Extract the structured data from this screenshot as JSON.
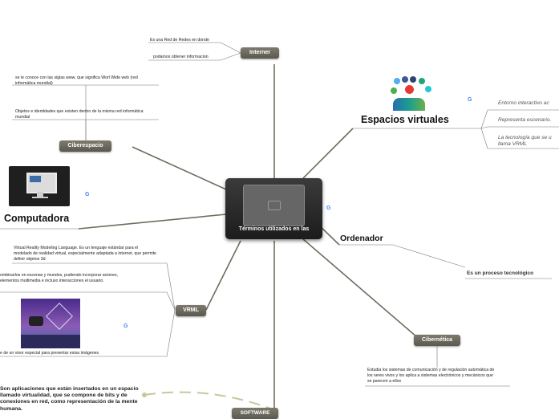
{
  "central": {
    "title": "Términos utilizados en las"
  },
  "internet": {
    "label": "Interner",
    "notes": [
      "Es una Red de Redes en donde",
      "podamos obtener informacion"
    ]
  },
  "ciberespacio": {
    "label": "Ciberespacio",
    "notes": [
      "se le conoce con las siglas www, que significa Worl Wide web (red informática mundial)",
      "Objetos e identidades que existen dentro de la misma red informática mundial"
    ]
  },
  "computadora": {
    "label": "Computadora"
  },
  "espacios": {
    "label": "Espacios virtuales",
    "notes": [
      "Entorno interactivo ac",
      "Representa escenario.",
      "La tecnología que se u llama VRML"
    ]
  },
  "ordenador": {
    "label": "Ordenador",
    "note": "Es un proceso tecnológico"
  },
  "vrml": {
    "label": "VRML",
    "notes": [
      "Virtual Reality Modeling Language. Es un lenguaje estándar para el modelado de realidad virtual, especialmente adaptada a internet, que permite definir objetos 3d",
      "ombinarlos en escenas y mundos, pudiendo incorporar aciones, elementos multimedia e incluso interacciones el usuario.",
      "e de un visor especial para presentar estas imágenes"
    ]
  },
  "cibernetica": {
    "label": "Cibernética",
    "note": "Estudia los sistemas de comunicación y de regulación automática de los seres vivos y los aplica a sistemas electrónicos y mecánicos que se parecen a ellos"
  },
  "software": {
    "label": "SOFTWARE",
    "note": "Son aplicaciones que están insertados en un espacio llamado virtualidad, que se compone de bits y de conexiones en red, como representación de la mente humana."
  },
  "google_mark": "G",
  "colors": {
    "link": "#6b6a5c",
    "pill": "#6a685c",
    "central": "#2b2b2b"
  }
}
